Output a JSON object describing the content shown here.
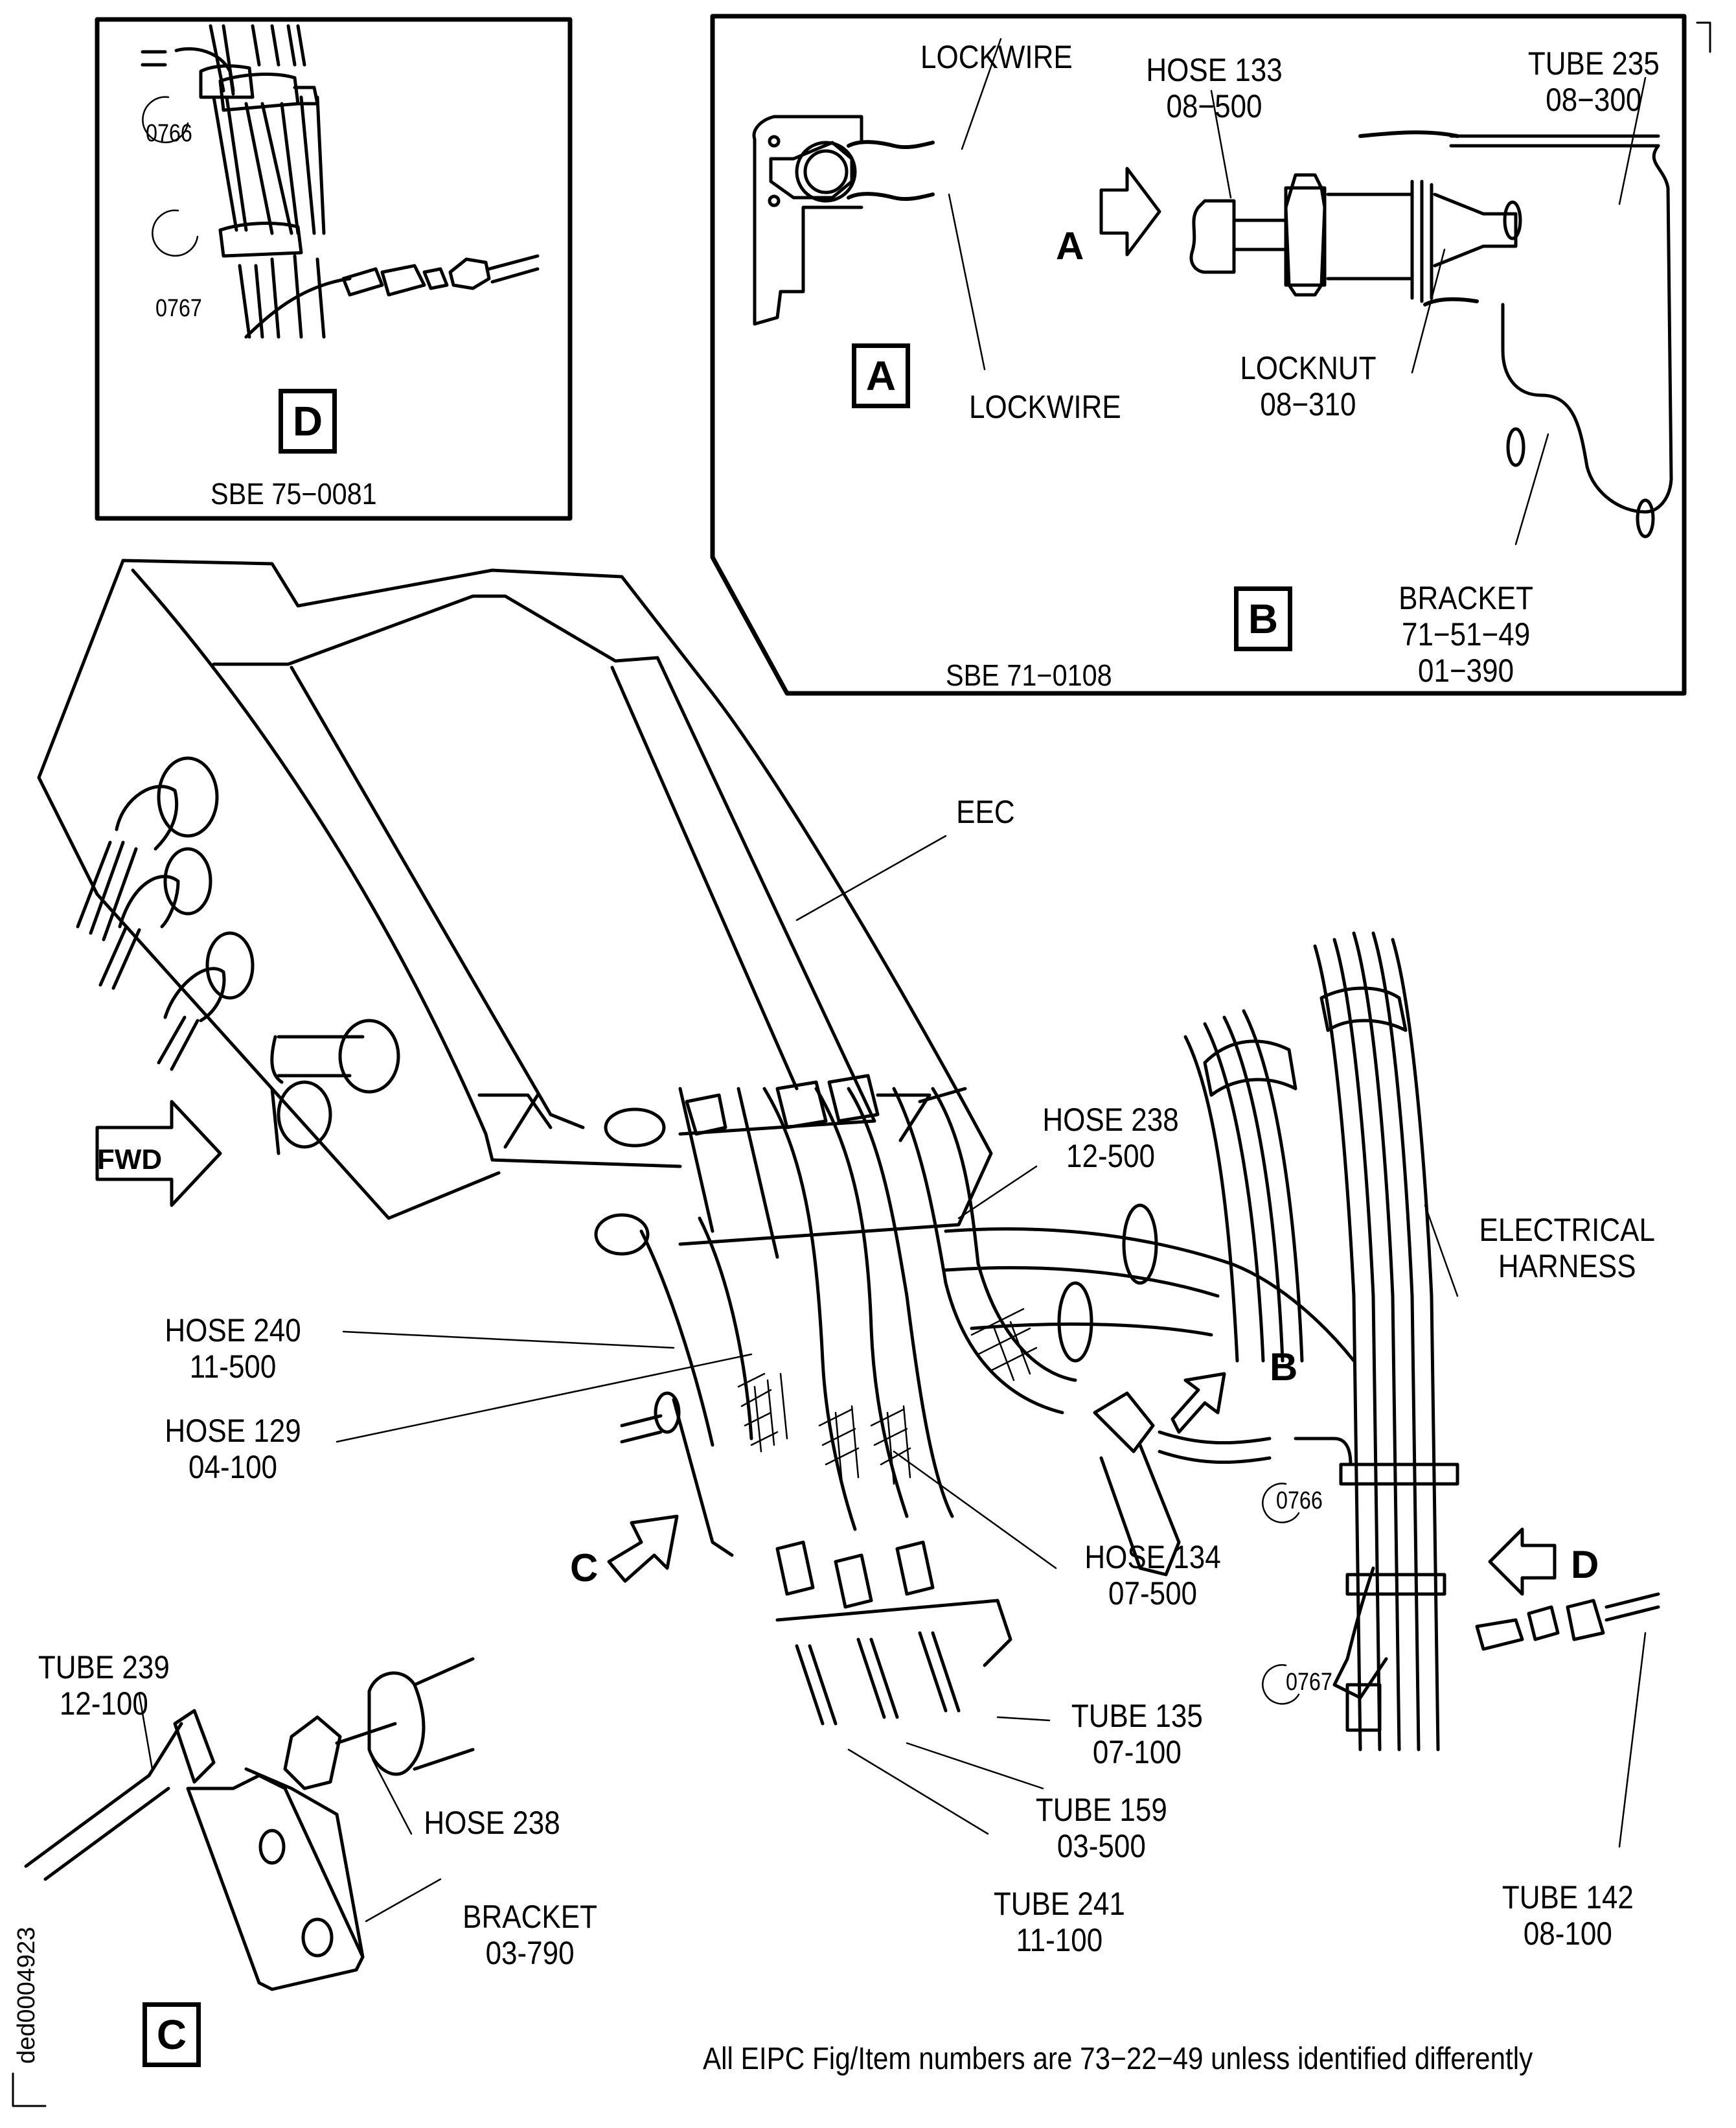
{
  "figure": {
    "document_id": "ded0004923",
    "footnote": "All EIPC Fig/Item numbers are 73−22−49 unless identified differently",
    "fwd_label": "FWD"
  },
  "views": {
    "A": {
      "box_label": "A",
      "arrow_label": "A",
      "lockwire_top": "LOCKWIRE",
      "lockwire_bottom": "LOCKWIRE"
    },
    "B": {
      "box_label": "B",
      "arrow_label": "B",
      "sbe_ref": "SBE 71−0108",
      "hose_133": [
        "HOSE 133",
        "08−500"
      ],
      "tube_235": [
        "TUBE 235",
        "08−300"
      ],
      "locknut": [
        "LOCKNUT",
        "08−310"
      ],
      "bracket": [
        "BRACKET",
        "71−51−49",
        "01−390"
      ]
    },
    "C": {
      "box_label": "C",
      "arrow_label": "C",
      "tube_239": [
        "TUBE 239",
        "12-100"
      ],
      "hose_238": "HOSE 238",
      "bracket": [
        "BRACKET",
        "03-790"
      ]
    },
    "D": {
      "box_label": "D",
      "arrow_label": "D",
      "sbe_ref": "SBE 75−0081",
      "callout_0766": "0766",
      "callout_0767": "0767"
    }
  },
  "main_labels": {
    "eec": "EEC",
    "hose_238": [
      "HOSE 238",
      "12-500"
    ],
    "electrical_harness": [
      "ELECTRICAL",
      "HARNESS"
    ],
    "hose_240": [
      "HOSE 240",
      "11-500"
    ],
    "hose_129": [
      "HOSE 129",
      "04-100"
    ],
    "hose_134": [
      "HOSE 134",
      "07-500"
    ],
    "tube_135": [
      "TUBE 135",
      "07-100"
    ],
    "tube_159": [
      "TUBE 159",
      "03-500"
    ],
    "tube_241": [
      "TUBE 241",
      "11-100"
    ],
    "tube_142": [
      "TUBE 142",
      "08-100"
    ],
    "callout_0766": "0766",
    "callout_0767": "0767"
  }
}
